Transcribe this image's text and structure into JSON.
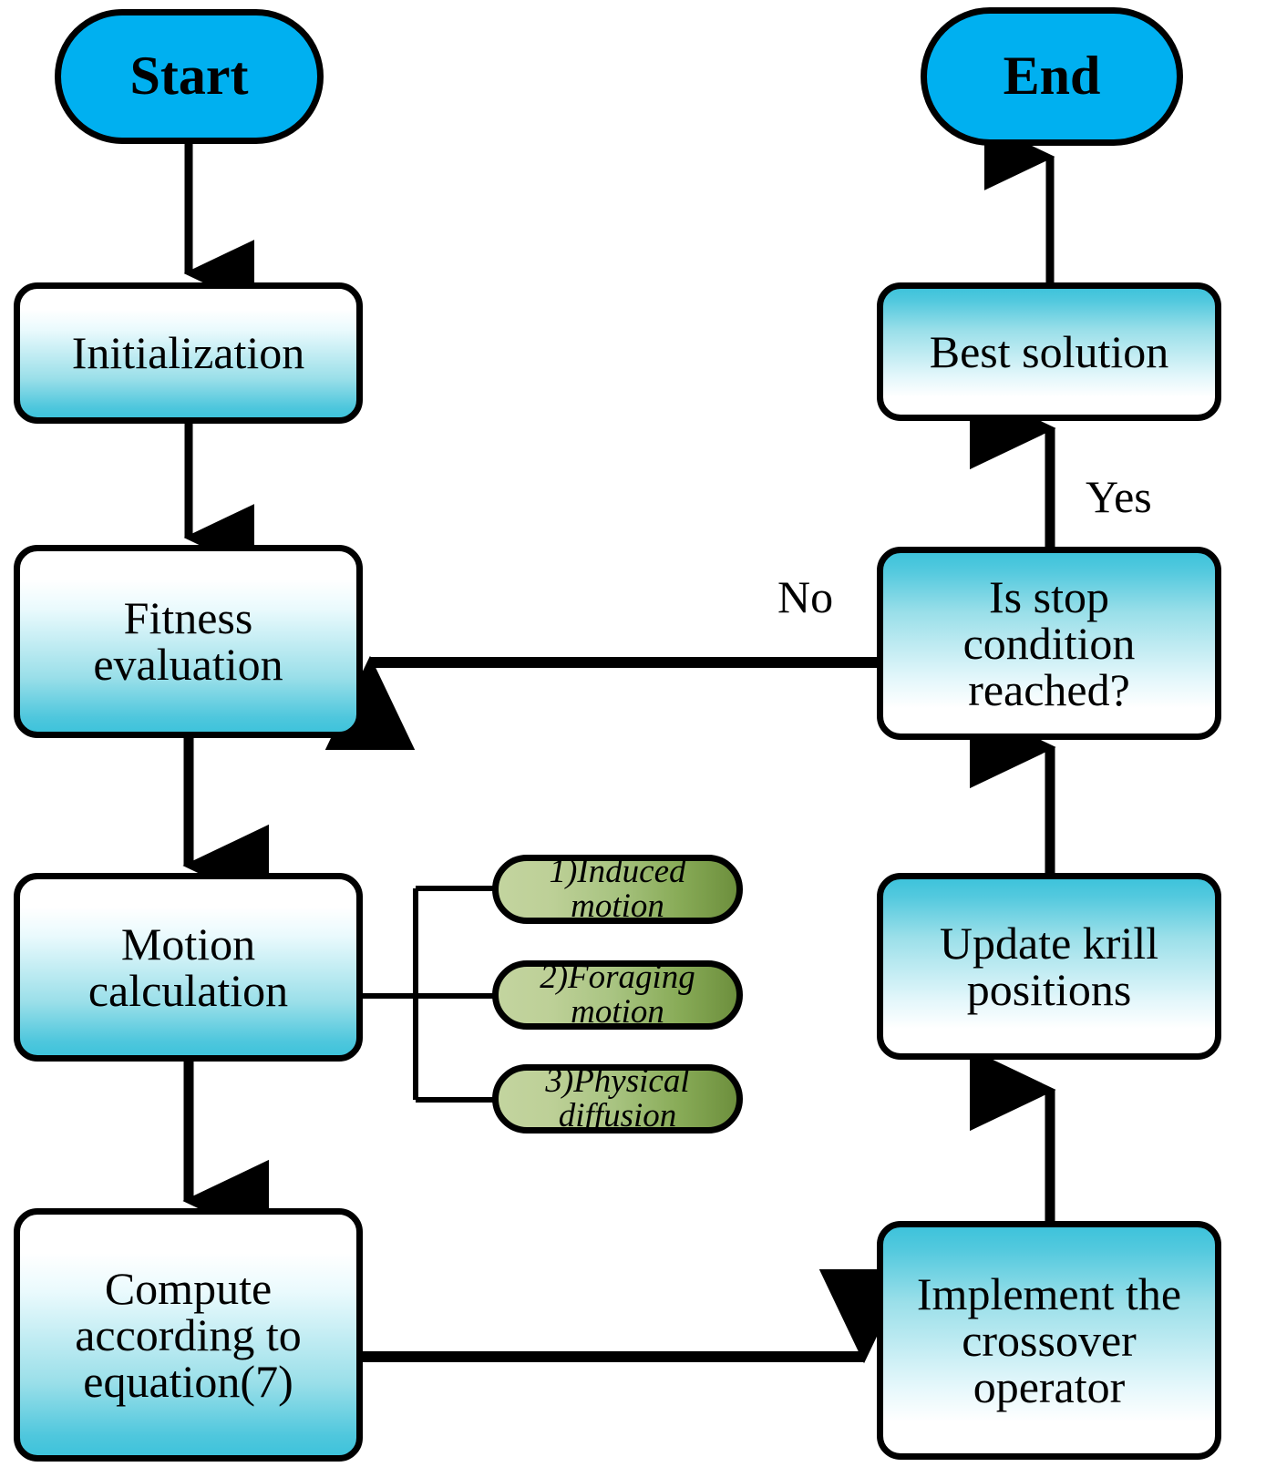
{
  "diagram": {
    "title": "Krill Herd algorithm with crossover operator flowchart",
    "colors": {
      "terminator_fill": "#00b0f0",
      "process_cyan": "#3ec3db",
      "process_white": "#ffffff",
      "substep_light_green": "#c3d49f",
      "substep_dark_green": "#6d8f3d",
      "stroke": "#000000",
      "background": "#ffffff"
    },
    "nodes": {
      "start": "Start",
      "end": "End",
      "initialization": "Initialization",
      "fitness_evaluation": "Fitness\nevaluation",
      "motion_calculation": "Motion\ncalculation",
      "compute_equation": "Compute\naccording to\nequation(7)",
      "best_solution": "Best solution",
      "stop_condition": "Is stop\ncondition\nreached?",
      "update_krill": "Update krill\npositions",
      "implement_crossover": "Implement the\ncrossover\noperator"
    },
    "substeps": [
      {
        "label": "1)Induced motion"
      },
      {
        "label": "2)Foraging motion"
      },
      {
        "label": "3)Physical diffusion"
      }
    ],
    "edge_labels": {
      "no": "No",
      "yes": "Yes"
    }
  }
}
